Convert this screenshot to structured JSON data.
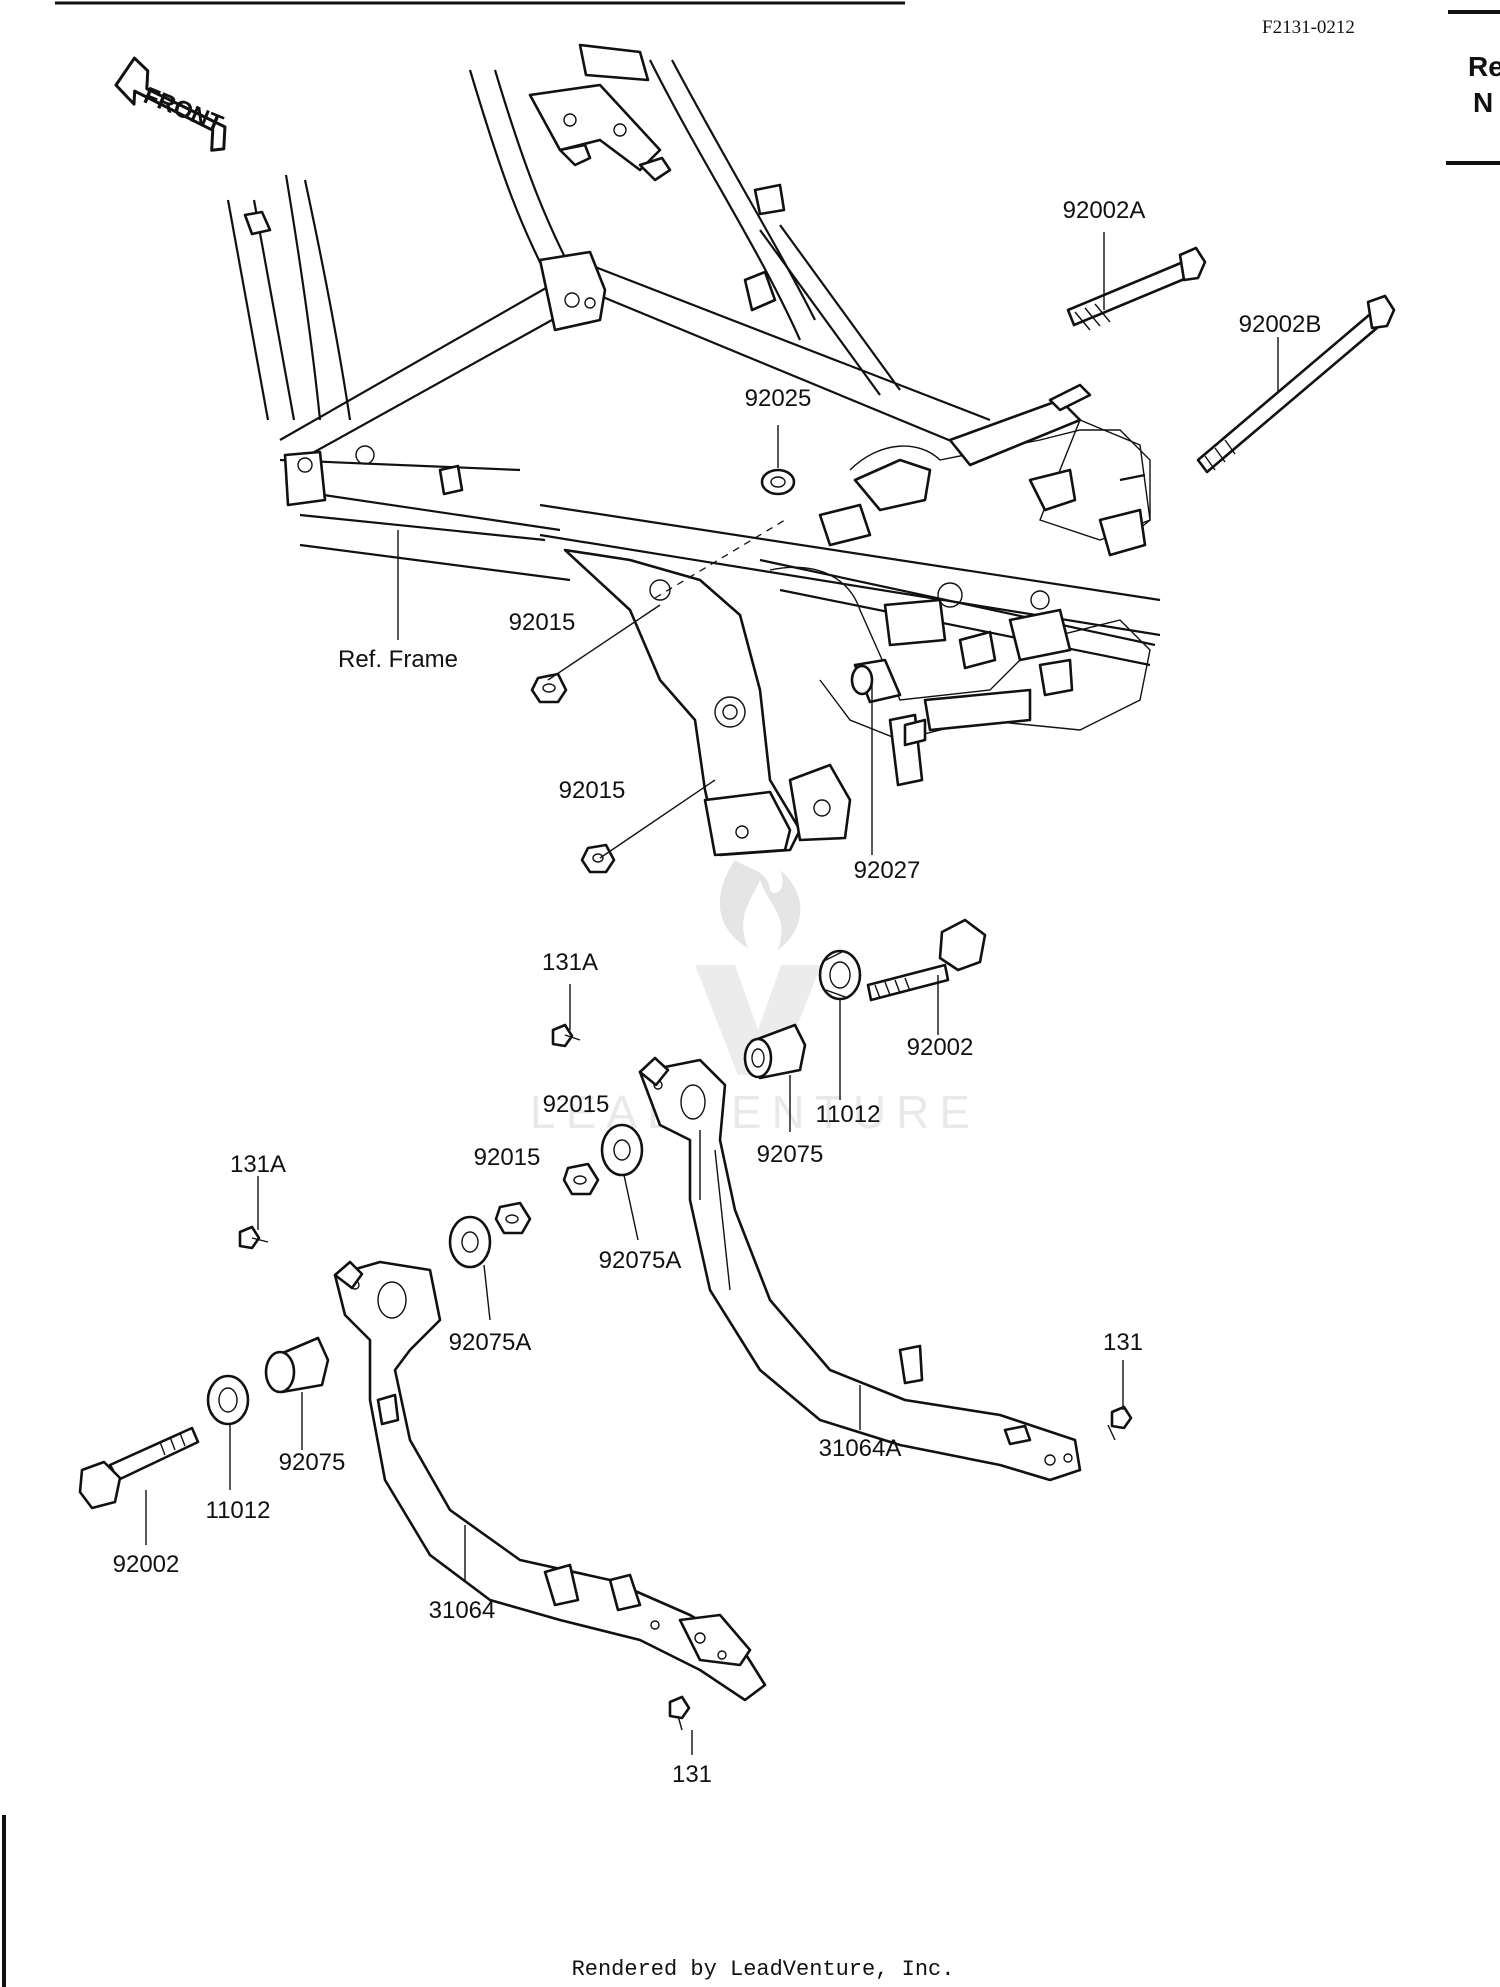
{
  "header": {
    "code": "F2131-0212",
    "side_text_1": "Re",
    "side_text_2": "N"
  },
  "front_arrow": {
    "label": "FRONT"
  },
  "reference": {
    "frame_label": "Ref. Frame"
  },
  "parts": {
    "p92002A": "92002A",
    "p92002B": "92002B",
    "p92025": "92025",
    "p92015_a": "92015",
    "p92015_b": "92015",
    "p92027": "92027",
    "p131A_a": "131A",
    "p92002_r": "92002",
    "p92015_c": "92015",
    "p11012_r": "11012",
    "p92075_r": "92075",
    "p131A_b": "131A",
    "p92015_d": "92015",
    "p92075A_r": "92075A",
    "p92075A_l": "92075A",
    "p131_r": "131",
    "p31064A": "31064A",
    "p92075_l": "92075",
    "p11012_l": "11012",
    "p92002_l": "92002",
    "p31064": "31064",
    "p131_b": "131"
  },
  "watermark": {
    "text": "LEADVENTURE"
  },
  "footer": {
    "rendered_by": "Rendered by LeadVenture, Inc."
  }
}
